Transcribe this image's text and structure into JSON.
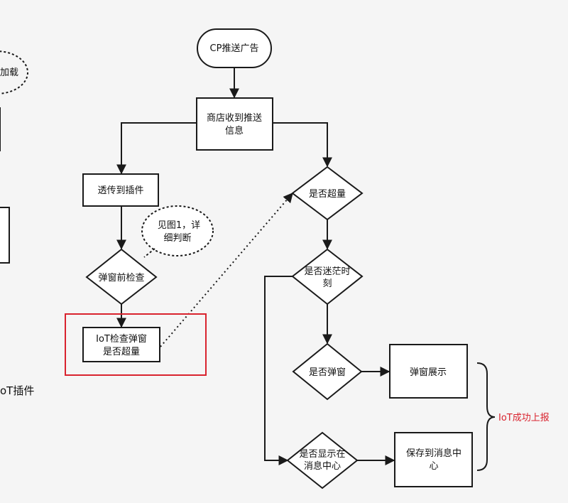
{
  "nodes": {
    "start": "CP推送广告",
    "store_line1": "商店收到推送",
    "store_line2": "信息",
    "passthrough": "透传到插件",
    "precheck": "弹窗前检查",
    "iot_line1": "IoT检查弹窗",
    "iot_line2": "是否超量",
    "over_quota": "是否超量",
    "lost_line1": "是否迷茫时",
    "lost_line2": "刻",
    "is_popup": "是否弹窗",
    "popup_show": "弹窗展示",
    "show_line1": "是否显示在",
    "show_line2": "消息中心",
    "save_line1": "保存到消息中",
    "save_line2": "心"
  },
  "callouts": {
    "see_line1": "见图1，详",
    "see_line2": "细判断",
    "left_cloud": "加载"
  },
  "annotations": {
    "iot_success": "IoT成功上报",
    "left_plugin": "oT插件"
  },
  "colors": {
    "stroke": "#1a1a1a",
    "highlight": "#d9232e",
    "background": "#f5f5f5",
    "node_fill": "#ffffff"
  }
}
